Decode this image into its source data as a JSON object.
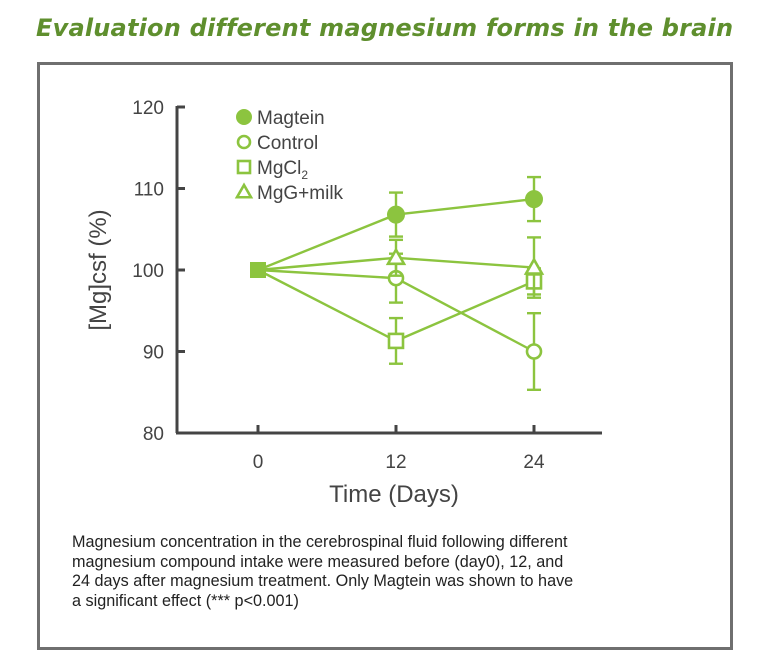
{
  "heading": "Evaluation different magnesium forms in the brain",
  "caption_lines": [
    "Magnesium concentration in the cerebrospinal fluid following different",
    "magnesium compound intake were measured before (day0), 12, and",
    "24 days after magnesium treatment. Only Magtein was shown to have",
    "a significant effect (*** p<0.001)"
  ],
  "colors": {
    "heading": "#5f8f2e",
    "series": "#8cc43f",
    "axis": "#444444",
    "frame": "#6f6f6f"
  },
  "chart_data": {
    "type": "line",
    "ylabel": "[Mg]csf (%)",
    "xlabel": "Time (Days)",
    "x": [
      0,
      12,
      24
    ],
    "x_tick_labels": [
      "0",
      "12",
      "24"
    ],
    "ylim": [
      80,
      120
    ],
    "y_ticks": [
      80,
      90,
      100,
      110,
      120
    ],
    "grid": false,
    "legend_position": "top-left",
    "series": [
      {
        "name": "Magtein",
        "marker": "filled-circle",
        "values": [
          100,
          106.8,
          108.7
        ],
        "error": [
          0,
          2.7,
          2.7
        ]
      },
      {
        "name": "Control",
        "marker": "open-circle",
        "values": [
          100,
          99.0,
          90.0
        ],
        "error": [
          0,
          3.0,
          4.7
        ]
      },
      {
        "name": "MgCl",
        "name_subscript": "2",
        "marker": "open-square",
        "values": [
          100,
          91.3,
          98.6
        ],
        "error": [
          0,
          2.8,
          1.6
        ]
      },
      {
        "name": "MgG+milk",
        "marker": "open-triangle",
        "values": [
          100,
          101.5,
          100.3
        ],
        "error": [
          0,
          2.2,
          3.7
        ]
      }
    ]
  }
}
